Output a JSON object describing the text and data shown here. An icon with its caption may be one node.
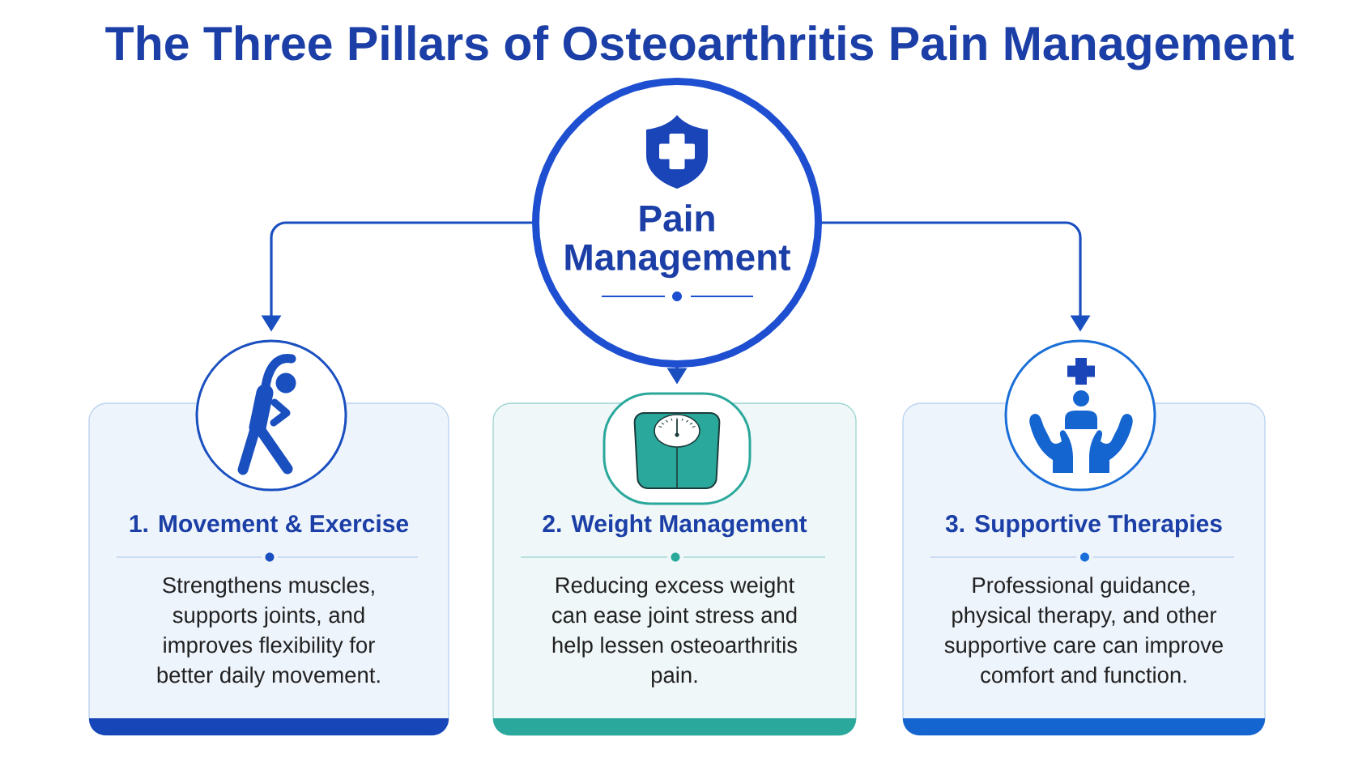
{
  "diagram": {
    "title": "The Three Pillars of Osteoarthritis Pain Management",
    "nodes": [
      {
        "text": [
          "Pain Management"
        ]
      },
      {
        "text": [],
        "shape": "circle"
      },
      {
        "text": [
          "1. Movement & Exercise",
          "Strengthens muscles, supports joints, and improves flexibility for better daily movement."
        ]
      },
      {
        "text": [],
        "shape": "box"
      },
      {
        "text": [
          "2. Weight Management",
          "Reducing excess weight can ease joint stress and help lessen osteoarthritis pain."
        ]
      },
      {
        "text": [],
        "shape": "circle"
      },
      {
        "text": [
          "3. Supportive Therapies",
          "Professional guidance, physical therapy, and other supportive care can improve comfort and function."
        ]
      }
    ],
    "edges": [
      {
        "from": 0,
        "to": 1,
        "arrow": "to"
      },
      {
        "from": 0,
        "to": 3,
        "arrow": "to"
      },
      {
        "from": 0,
        "to": 5,
        "arrow": "to"
      }
    ]
  }
}
